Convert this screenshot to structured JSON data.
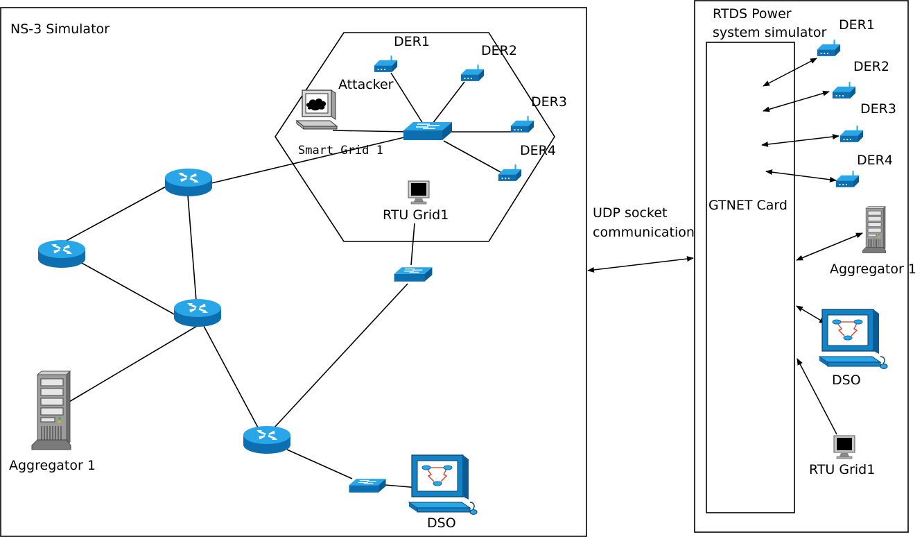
{
  "ns3": {
    "title": "NS-3 Simulator",
    "smart_grid_label": "Smart Grid 1",
    "attacker_label": "Attacker",
    "der_labels": [
      "DER1",
      "DER2",
      "DER3",
      "DER4"
    ],
    "rtu_label": "RTU Grid1",
    "aggregator_label": "Aggregator 1",
    "dso_label": "DSO"
  },
  "link": {
    "line1": "UDP socket",
    "line2": "communication"
  },
  "rtds": {
    "title_line1": "RTDS Power",
    "title_line2": "system simulator",
    "card_label": "GTNET Card",
    "der_labels": [
      "DER1",
      "DER2",
      "DER3",
      "DER4"
    ],
    "aggregator_label": "Aggregator 1",
    "dso_label": "DSO",
    "rtu_label": "RTU Grid1"
  },
  "colors": {
    "device_blue": "#1aa3dc",
    "device_dark": "#0a6fa6",
    "router_blue": "#1583c9"
  }
}
